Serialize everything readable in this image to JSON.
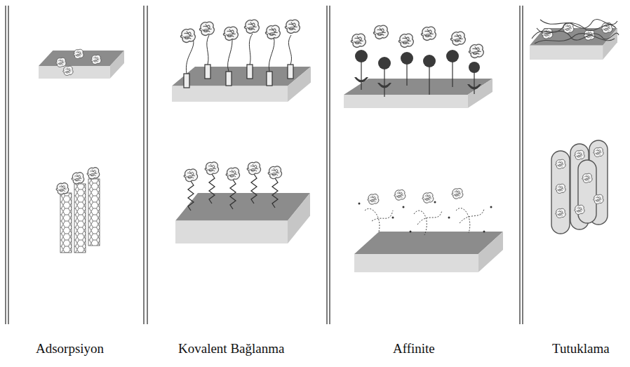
{
  "diagram": {
    "labels": [
      "Adsorpsiyon",
      "Kovalent Bağlanma",
      "Affinite",
      "Tutuklama"
    ]
  }
}
